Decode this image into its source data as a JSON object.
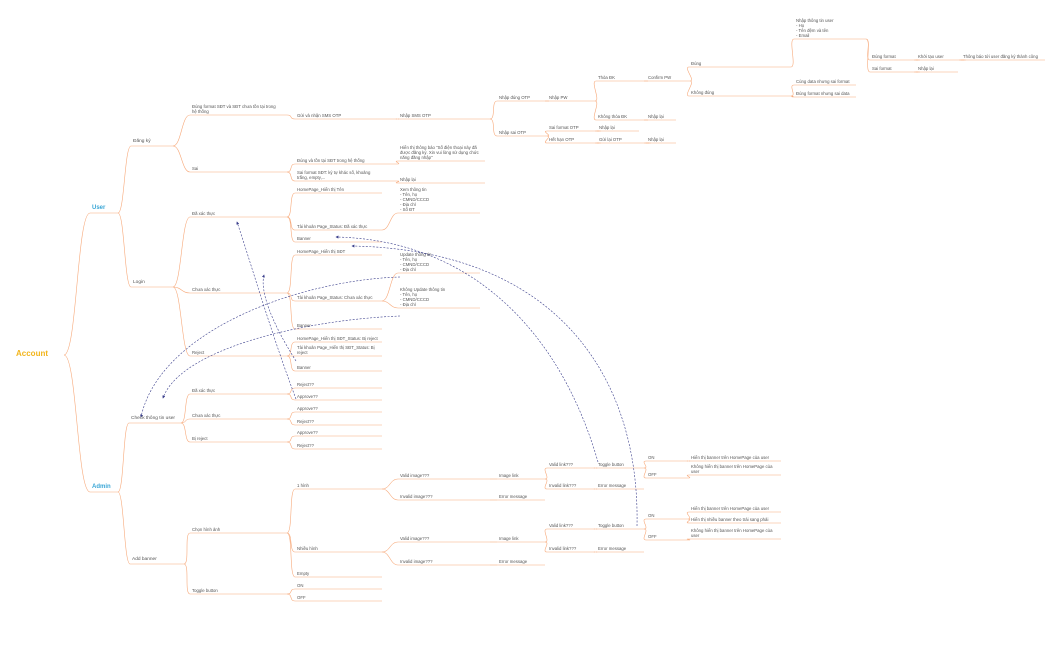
{
  "mindmap": {
    "root": "Account",
    "nodes": [
      {
        "id": "user",
        "text": "User"
      },
      {
        "id": "admin",
        "text": "Admin"
      },
      {
        "id": "dangky",
        "text": "Đăng ký"
      },
      {
        "id": "login",
        "text": "Login"
      },
      {
        "id": "checkinfo",
        "text": "Check thông tin user"
      },
      {
        "id": "addbanner",
        "text": "Add banner"
      },
      {
        "id": "dungformat",
        "text": "Đúng format SĐT và SĐT chưa tồn tại trong\nhệ thống"
      },
      {
        "id": "sai",
        "text": "Sai"
      },
      {
        "id": "guinhan",
        "text": "Gửi và nhận SMS OTP"
      },
      {
        "id": "nhapsms",
        "text": "Nhập SMS OTP"
      },
      {
        "id": "nhapdungotp",
        "text": "Nhập đúng OTP"
      },
      {
        "id": "nhapsaiotp",
        "text": "Nhập sai OTP"
      },
      {
        "id": "nhappw",
        "text": "Nhập PW"
      },
      {
        "id": "thoadk",
        "text": "Thỏa ĐK"
      },
      {
        "id": "khongthoadk",
        "text": "Không thỏa ĐK"
      },
      {
        "id": "nhaplai1",
        "text": "Nhập lại"
      },
      {
        "id": "confirmpw",
        "text": "Confirm PW"
      },
      {
        "id": "dung",
        "text": "Đúng"
      },
      {
        "id": "khongdung",
        "text": "Không đúng"
      },
      {
        "id": "nhapthongtin",
        "text": "Nhập thông tin user\n- Họ\n- Tên đệm và tên\n- Email"
      },
      {
        "id": "dungformat2",
        "text": "Đúng format"
      },
      {
        "id": "saiformat2",
        "text": "Sai format"
      },
      {
        "id": "khoitao",
        "text": "Khởi tạo user"
      },
      {
        "id": "thongbao",
        "text": "Thông báo tới user đăng ký thành công"
      },
      {
        "id": "nhaplai2",
        "text": "Nhập lại"
      },
      {
        "id": "cungdata",
        "text": "Cùng data nhưng sai format"
      },
      {
        "id": "dungformatsaidata",
        "text": "Đúng format nhưng sai data"
      },
      {
        "id": "saiformatotp",
        "text": "Sai format OTP"
      },
      {
        "id": "hethanotp",
        "text": "Hết hạn OTP"
      },
      {
        "id": "nhaplai3",
        "text": "Nhập lại"
      },
      {
        "id": "guilaiotp",
        "text": "Gửi lại OTP"
      },
      {
        "id": "nhaplai4",
        "text": "Nhập lại"
      },
      {
        "id": "dungvatontai",
        "text": "Đúng và tồn tại SĐT trong hệ thống"
      },
      {
        "id": "hienthithongbao",
        "text": "Hiển thị thông báo \"Số điện thoại này đã\nđược đăng ký. Xin vui lòng sử dụng chức\nnăng đăng nhập\""
      },
      {
        "id": "saiformatsdt",
        "text": "Sai format SĐT: ký tự khác số, khoảng\ntrắng, empty,..."
      },
      {
        "id": "nhaplai5",
        "text": "Nhập lại"
      },
      {
        "id": "daxacthuc",
        "text": "Đã xác thực"
      },
      {
        "id": "chuaxacthuc",
        "text": "Chưa xác thực"
      },
      {
        "id": "reject",
        "text": "Reject"
      },
      {
        "id": "hp_ten",
        "text": "HomePage_Hiển thị Tên"
      },
      {
        "id": "tk_daxacthuc",
        "text": "Tài khoản Page_Status: Đã xác thực"
      },
      {
        "id": "xemthongtin",
        "text": "Xem thông tin\n- Tên, họ\n- CMND/CCCD\n- Địa chỉ\n- Số ĐT"
      },
      {
        "id": "banner1",
        "text": "Banner"
      },
      {
        "id": "hp_sdt",
        "text": "HomePage_Hiển thị SĐT"
      },
      {
        "id": "tk_chuaxacthuc",
        "text": "Tài khoản Page_Status: Chưa xác thực"
      },
      {
        "id": "updatethongtin",
        "text": "Update thông tin\n- Tên, họ\n- CMND/CCCD\n- Địa chỉ"
      },
      {
        "id": "khongupdate",
        "text": "Không Update thông tin\n- Tên, họ\n- CMND/CCCD\n- Địa chỉ"
      },
      {
        "id": "banner2",
        "text": "Banner"
      },
      {
        "id": "hp_sdt_reject",
        "text": "HomePage_Hiển thị SĐT_Status: Bị reject"
      },
      {
        "id": "tk_reject",
        "text": "Tài khoản Page_Hiển thị SĐT_Status: Bị\nreject"
      },
      {
        "id": "banner3",
        "text": "Banner"
      },
      {
        "id": "a_daxacthuc",
        "text": "Đã xác thực"
      },
      {
        "id": "a_chuaxacthuc",
        "text": "Chưa xác thực"
      },
      {
        "id": "a_bireject",
        "text": "Bị reject"
      },
      {
        "id": "reject1",
        "text": "Reject??"
      },
      {
        "id": "approve1",
        "text": "Approve??"
      },
      {
        "id": "approve2",
        "text": "Approve??"
      },
      {
        "id": "reject2",
        "text": "Reject??"
      },
      {
        "id": "approve3",
        "text": "Approve??"
      },
      {
        "id": "reject3",
        "text": "Reject??"
      },
      {
        "id": "chonhinhanh",
        "text": "Chọn hình ảnh"
      },
      {
        "id": "togglebtn",
        "text": "Toggle button"
      },
      {
        "id": "onehinh",
        "text": "1 hình"
      },
      {
        "id": "nhieuhinh",
        "text": "Nhiều hình"
      },
      {
        "id": "empty",
        "text": "Empty"
      },
      {
        "id": "on1",
        "text": "ON"
      },
      {
        "id": "off1",
        "text": "OFF"
      },
      {
        "id": "validimg1",
        "text": "Valid image???"
      },
      {
        "id": "invalidimg1",
        "text": "Invalid image???"
      },
      {
        "id": "imagelink1",
        "text": "Image link"
      },
      {
        "id": "errmsg1",
        "text": "Error message"
      },
      {
        "id": "validlink1",
        "text": "Valid link???"
      },
      {
        "id": "invalidlink1",
        "text": "Invalid link???"
      },
      {
        "id": "toggle1",
        "text": "Toggle button"
      },
      {
        "id": "errmsg2",
        "text": "Error message"
      },
      {
        "id": "on2",
        "text": "ON"
      },
      {
        "id": "off2",
        "text": "OFF"
      },
      {
        "id": "hienthibanner1",
        "text": "Hiển thị banner trên HomePage của user"
      },
      {
        "id": "khonghienthi1",
        "text": "Không hiển thị banner trên HomePage của\nuser"
      },
      {
        "id": "validimg2",
        "text": "Valid image???"
      },
      {
        "id": "invalidimg2",
        "text": "Invalid image???"
      },
      {
        "id": "imagelink2",
        "text": "Image link"
      },
      {
        "id": "errmsg3",
        "text": "Error message"
      },
      {
        "id": "validlink2",
        "text": "Valid link???"
      },
      {
        "id": "invalidlink2",
        "text": "Invalid link???"
      },
      {
        "id": "toggle2",
        "text": "Toggle button"
      },
      {
        "id": "errmsg4",
        "text": "Error message"
      },
      {
        "id": "on3",
        "text": "ON"
      },
      {
        "id": "off3",
        "text": "OFF"
      },
      {
        "id": "hienthibanner2",
        "text": "Hiển thị banner trên HomePage của user"
      },
      {
        "id": "hienthinhieu",
        "text": "Hiển thị nhiều banner theo trái sang phải"
      },
      {
        "id": "khonghienthi2",
        "text": "Không hiển thị banner trên HomePage của\nuser"
      }
    ]
  },
  "colors": {
    "root": "#f2b51c",
    "branch": "#3aa6d6",
    "edge": "#f7a97a",
    "link": "#3b3f8c",
    "text": "#555555"
  }
}
